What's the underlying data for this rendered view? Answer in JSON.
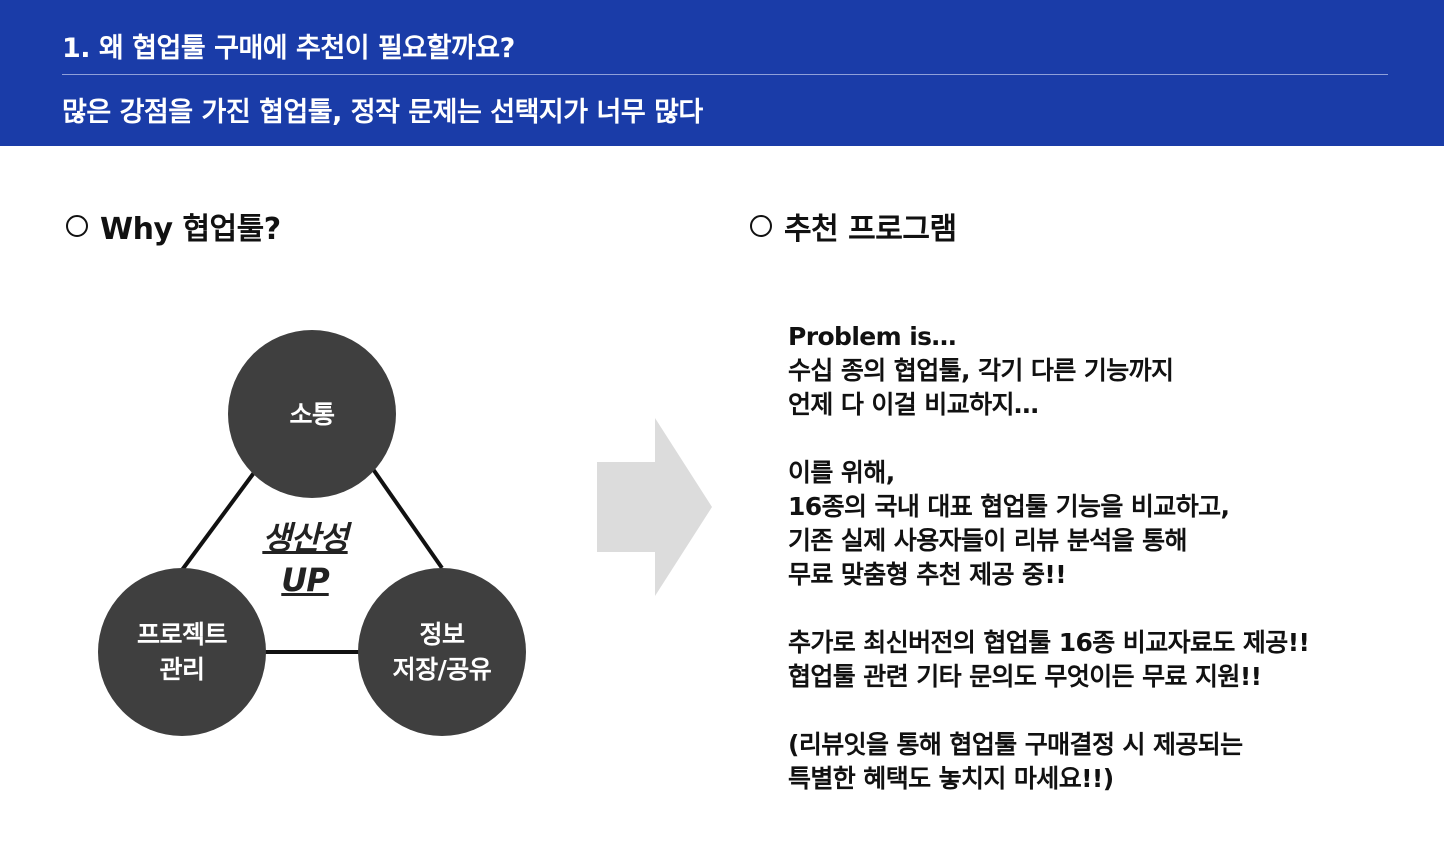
{
  "header": {
    "title": "1. 왜 협업툴 구매에 추천이 필요할까요?",
    "subtitle": "많은 강점을 가진 협업툴, 정작 문제는 선택지가 너무 많다"
  },
  "left_section": {
    "heading": "Why 협업툴?",
    "diagram": {
      "top_circle": "소통",
      "left_circle_line1": "프로젝트",
      "left_circle_line2": "관리",
      "right_circle_line1": "정보",
      "right_circle_line2": "저장/공유",
      "center_line1": "생산성",
      "center_line2": "UP"
    }
  },
  "right_section": {
    "heading": "추천 프로그램",
    "paragraphs": [
      [
        "Problem is…",
        "수십 종의 협업툴, 각기 다른 기능까지",
        "언제 다 이걸 비교하지…"
      ],
      [
        "이를 위해,",
        "16종의 국내 대표 협업툴 기능을 비교하고,",
        "기존 실제 사용자들이 리뷰 분석을 통해",
        "무료 맞춤형 추천 제공 중!!"
      ],
      [
        "추가로 최신버전의 협업툴 16종 비교자료도 제공!!",
        "협업툴 관련 기타 문의도 무엇이든 무료 지원!!"
      ],
      [
        "(리뷰잇을 통해 협업툴 구매결정 시 제공되는",
        "특별한 혜택도 놓치지 마세요!!)"
      ]
    ]
  },
  "colors": {
    "header_bg": "#1a3ca8",
    "circle_fill": "#3f3f3f",
    "arrow_fill": "#dcdcdc"
  }
}
